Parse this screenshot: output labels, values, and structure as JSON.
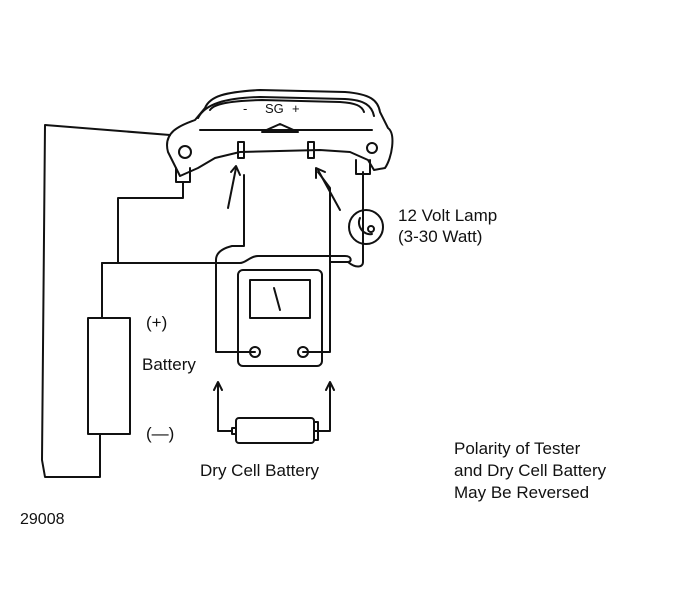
{
  "regulator": {
    "terminal_minus": "-",
    "terminal_sg": "SG",
    "terminal_plus": "+"
  },
  "lamp": {
    "line1": "12 Volt Lamp",
    "line2": "(3-30 Watt)"
  },
  "battery": {
    "label": "Battery",
    "plus": "(+)",
    "minus": "(—)"
  },
  "dry_cell": {
    "label": "Dry Cell Battery"
  },
  "note": {
    "line1": "Polarity of Tester",
    "line2": "and Dry Cell Battery",
    "line3": "May Be Reversed"
  },
  "figure_number": "29008",
  "colors": {
    "ink": "#111111",
    "background": "#ffffff"
  }
}
